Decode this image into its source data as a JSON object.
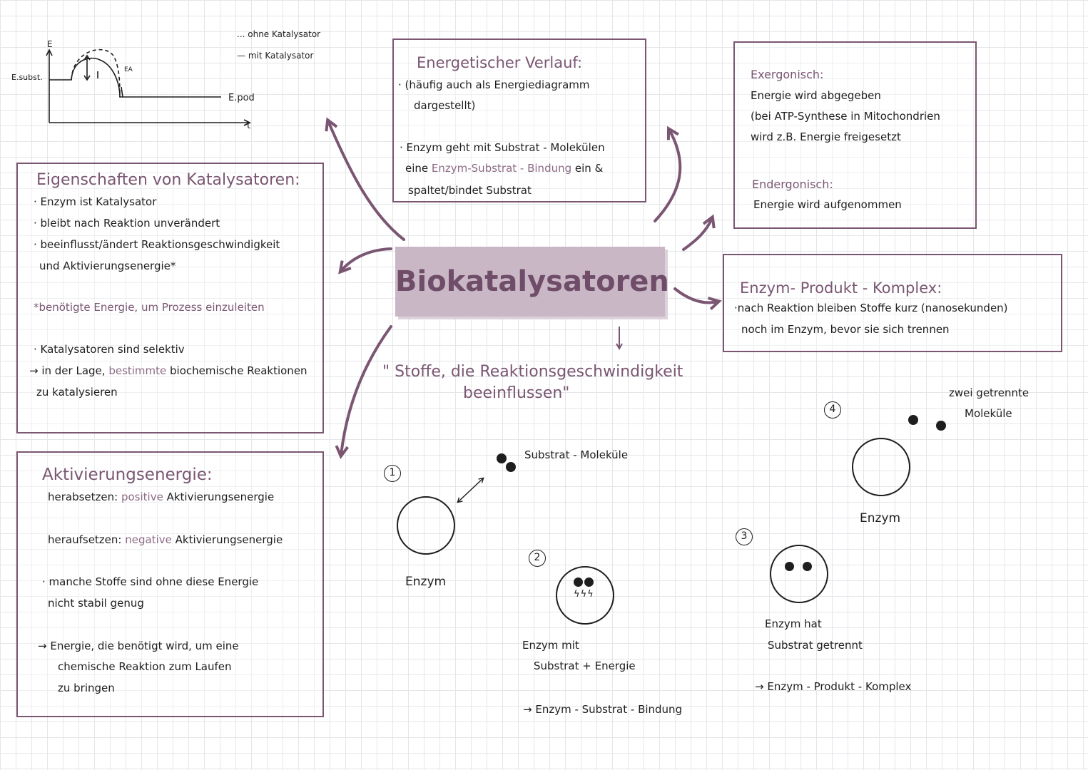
{
  "energy_diagram": {
    "legend_without": "... ohne Katalysator",
    "legend_with": "— mit Katalysator",
    "label_e": "E",
    "label_subst": "E.subst.",
    "label_ea": "EA",
    "label_prod": "E.pod",
    "label_t": "t"
  },
  "center": {
    "title": "Biokatalysatoren",
    "definition_line1": "\" Stoffe, die Reaktionsgeschwindigkeit",
    "definition_line2": "beeinflussen\""
  },
  "energetic": {
    "title": "Energetischer Verlauf:",
    "line1": "· (häufig auch als Energiediagramm",
    "line2": "dargestellt)",
    "line3": "· Enzym geht mit Substrat - Molekülen",
    "line4_pre": "eine ",
    "line4_hl": "Enzym-Substrat - Bindung",
    "line4_post": " ein &",
    "line5": "spaltet/bindet Substrat"
  },
  "exergonic": {
    "title1": "Exergonisch:",
    "line1": "Energie wird abgegeben",
    "line2": "(bei ATP-Synthese in Mitochondrien",
    "line3": "wird z.B. Energie freigesetzt",
    "title2": "Endergonisch:",
    "line4": "Energie wird aufgenommen"
  },
  "product_complex": {
    "title": "Enzym- Produkt - Komplex:",
    "line1": "·nach Reaktion bleiben Stoffe kurz (nanosekunden)",
    "line2": "noch im Enzym, bevor sie sich trennen"
  },
  "properties": {
    "title": "Eigenschaften von Katalysatoren:",
    "line1": "· Enzym ist Katalysator",
    "line2": "· bleibt nach Reaktion unverändert",
    "line3": "· beeinflusst/ändert Reaktionsgeschwindigkeit",
    "line4": "und Aktivierungsenergie*",
    "line5": "*benötigte Energie, um Prozess einzuleiten",
    "line6": "· Katalysatoren sind selektiv",
    "line7_pre": "→ in der Lage, ",
    "line7_hl": "bestimmte",
    "line7_post": " biochemische Reaktionen",
    "line8": "zu katalysieren"
  },
  "activation": {
    "title": "Aktivierungsenergie:",
    "line1_pre": "herabsetzen: ",
    "line1_hl": "positive",
    "line1_post": " Aktivierungsenergie",
    "line2_pre": "heraufsetzen: ",
    "line2_hl": "negative",
    "line2_post": " Aktivierungsenergie",
    "line3": "· manche Stoffe sind ohne diese Energie",
    "line4": "nicht stabil genug",
    "line5": "→ Energie, die benötigt wird, um eine",
    "line6": "chemische Reaktion zum Laufen",
    "line7": "zu bringen"
  },
  "steps": {
    "step1_num": "1",
    "step1_enzyme": "Enzym",
    "step1_substrate": "Substrat - Moleküle",
    "step2_num": "2",
    "step2_line1": "Enzym mit",
    "step2_line2": "Substrat + Energie",
    "step2_result": "→ Enzym - Substrat - Bindung",
    "step2_spark": "ϟϟϟ",
    "step3_num": "3",
    "step3_line1": "Enzym hat",
    "step3_line2": "Substrat getrennt",
    "step3_result": "→ Enzym - Produkt - Komplex",
    "step4_num": "4",
    "step4_mol_line1": "zwei getrennte",
    "step4_mol_line2": "Moleküle",
    "step4_enzyme": "Enzym"
  },
  "colors": {
    "accent": "#7a5672",
    "center_fill": "#c9b7c6",
    "ink": "#1e1e1e"
  }
}
